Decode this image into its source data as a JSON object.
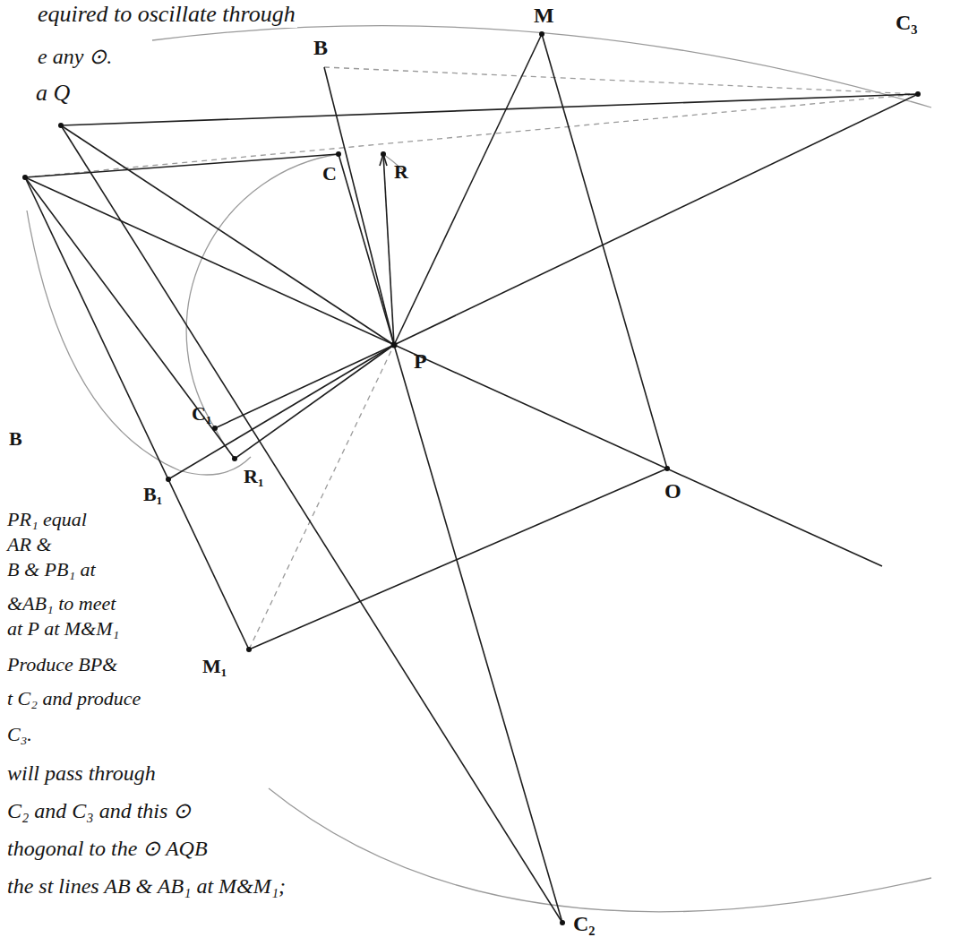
{
  "diagram": {
    "labels": [
      "equired to oscillate through",
      "e any ⊙.",
      "a Q",
      "B",
      "M",
      "C₃",
      "C",
      "R",
      "P",
      "B",
      "C₁",
      "B₁",
      "R₁",
      "O",
      "PR₁ equal",
      "AR &",
      "B & PB₁ at",
      "&AB₁ to meet",
      "at P at M&M₁",
      "Produce BP&",
      "M₁",
      "t C₂ and produce",
      "C₃.",
      "will pass through",
      "C₂ and C₃ and this ⊙",
      "thogonal to the ⊙ AQB",
      "the st lines AB & AB₁ at M&M₁;",
      "C₂"
    ]
  }
}
